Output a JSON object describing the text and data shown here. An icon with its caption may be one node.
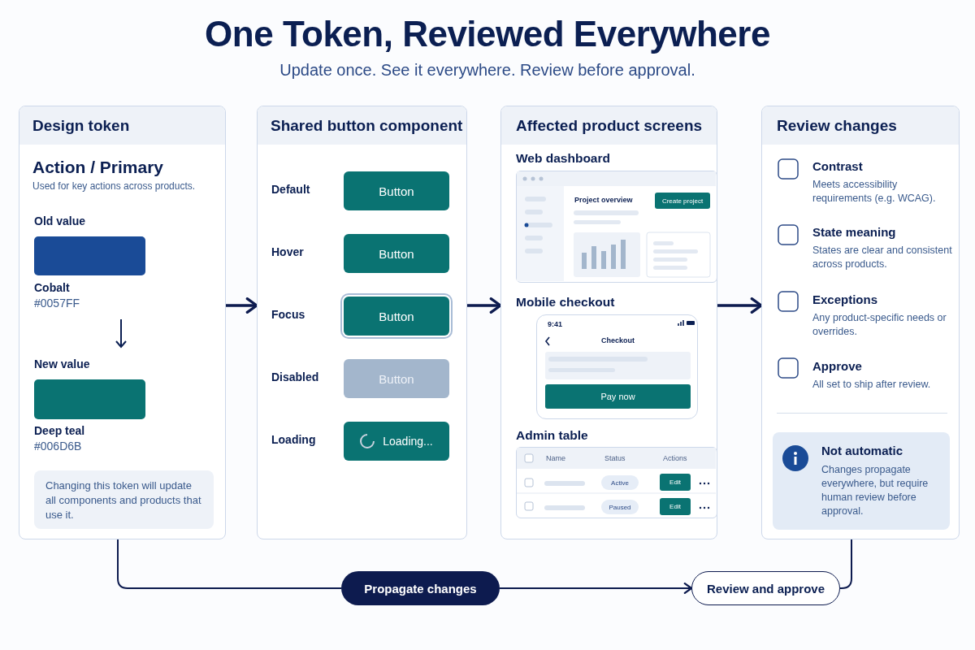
{
  "diagram": {
    "title": "One Token, Reviewed Everywhere",
    "nodes": [
      {
        "text": [
          "Design token",
          "Action / Primary",
          "Used for key actions across products.",
          "Old value",
          "Cobalt",
          "#0057FF",
          "New value",
          "Deep teal",
          "#006D6B"
        ]
      },
      {
        "text": [
          "Changing this token will update all components and products that use it."
        ],
        "in": 0
      },
      {
        "text": [
          "Shared button component"
        ]
      },
      {
        "text": [
          "Button"
        ],
        "in": 2,
        "beside": [
          "Default"
        ]
      },
      {
        "text": [
          "Button"
        ],
        "in": 2,
        "beside": [
          "Hover"
        ]
      },
      {
        "text": [
          "Button"
        ],
        "in": 2,
        "beside": [
          "Focus"
        ]
      },
      {
        "text": [
          "Button"
        ],
        "in": 2,
        "beside": [
          "Disabled"
        ]
      },
      {
        "text": [
          "Loading..."
        ],
        "in": 2,
        "beside": [
          "Loading"
        ]
      },
      {
        "text": [
          "Affected product screens",
          "Web dashboard",
          "Mobile checkout",
          "Admin table"
        ]
      },
      {
        "text": [
          "Project overview"
        ],
        "in": 8
      },
      {
        "text": [
          "Create project"
        ],
        "in": 9
      },
      {
        "text": [
          "9:41",
          "Checkout"
        ],
        "in": 8
      },
      {
        "text": [
          "Pay now"
        ],
        "in": 11
      },
      {
        "text": [
          "Name",
          "Status",
          "Actions"
        ],
        "in": 8
      },
      {
        "text": [
          "Active"
        ],
        "in": 13
      },
      {
        "text": [
          "Edit"
        ],
        "in": 13
      },
      {
        "text": [
          "Paused"
        ],
        "in": 13
      },
      {
        "text": [
          "Edit"
        ],
        "in": 13
      },
      {
        "text": [
          "Review changes",
          "Contrast",
          "Meets accessibility requirements (e.g. WCAG).",
          "State meaning",
          "States are clear and consistent across products.",
          "Exceptions",
          "Any product-specific needs or overrides.",
          "Approve",
          "All set to ship after review."
        ]
      },
      {
        "text": [
          "Not automatic",
          "Changes propagate everywhere, but require human review before approval."
        ],
        "in": 18
      },
      {
        "text": [
          "Propagate changes"
        ]
      },
      {
        "text": [
          "Review and approve"
        ]
      }
    ],
    "edges": [
      {
        "from": 0,
        "to": 2,
        "arrow": "to"
      },
      {
        "from": 2,
        "to": 8,
        "arrow": "to"
      },
      {
        "from": 8,
        "to": 18,
        "arrow": "to"
      },
      {
        "from": 0,
        "to": 20,
        "arrow": "none"
      },
      {
        "from": 20,
        "to": 21,
        "arrow": "to"
      },
      {
        "from": 18,
        "to": 21,
        "arrow": "none"
      }
    ],
    "labels": [
      "Update once. See it everywhere. Review before approval."
    ]
  }
}
